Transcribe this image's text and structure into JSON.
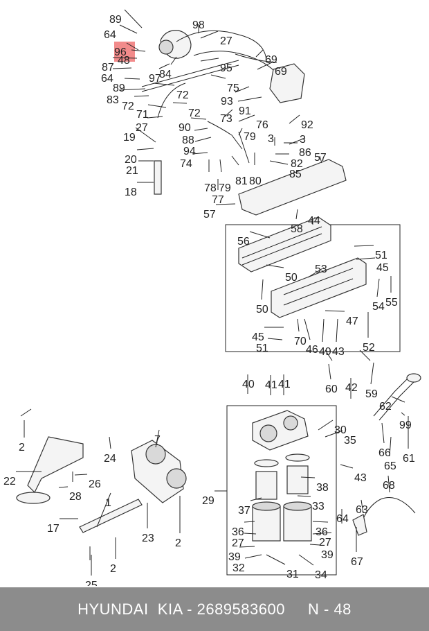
{
  "diagram": {
    "highlight_color": "#f28b8b",
    "callouts": [
      {
        "text": "89"
      },
      {
        "text": "98"
      },
      {
        "text": "64"
      },
      {
        "text": "27"
      },
      {
        "text": "96"
      },
      {
        "text": "48"
      },
      {
        "text": "87"
      },
      {
        "text": "95"
      },
      {
        "text": "69"
      },
      {
        "text": "69"
      },
      {
        "text": "64"
      },
      {
        "text": "84"
      },
      {
        "text": "97"
      },
      {
        "text": "89"
      },
      {
        "text": "75"
      },
      {
        "text": "72"
      },
      {
        "text": "83"
      },
      {
        "text": "93"
      },
      {
        "text": "72"
      },
      {
        "text": "91"
      },
      {
        "text": "72"
      },
      {
        "text": "71"
      },
      {
        "text": "73"
      },
      {
        "text": "76"
      },
      {
        "text": "92"
      },
      {
        "text": "27"
      },
      {
        "text": "90"
      },
      {
        "text": "19"
      },
      {
        "text": "88"
      },
      {
        "text": "79"
      },
      {
        "text": "3"
      },
      {
        "text": "3"
      },
      {
        "text": "94"
      },
      {
        "text": "86"
      },
      {
        "text": "20"
      },
      {
        "text": "74"
      },
      {
        "text": "82"
      },
      {
        "text": "57"
      },
      {
        "text": "21"
      },
      {
        "text": "81"
      },
      {
        "text": "80"
      },
      {
        "text": "85"
      },
      {
        "text": "78"
      },
      {
        "text": "79"
      },
      {
        "text": "18"
      },
      {
        "text": "77"
      },
      {
        "text": "57"
      },
      {
        "text": "58"
      },
      {
        "text": "44"
      },
      {
        "text": "56"
      },
      {
        "text": "51"
      },
      {
        "text": "45"
      },
      {
        "text": "53"
      },
      {
        "text": "50"
      },
      {
        "text": "54"
      },
      {
        "text": "55"
      },
      {
        "text": "50"
      },
      {
        "text": "47"
      },
      {
        "text": "45"
      },
      {
        "text": "70"
      },
      {
        "text": "46"
      },
      {
        "text": "49"
      },
      {
        "text": "43"
      },
      {
        "text": "51"
      },
      {
        "text": "52"
      },
      {
        "text": "40"
      },
      {
        "text": "41"
      },
      {
        "text": "41"
      },
      {
        "text": "60"
      },
      {
        "text": "42"
      },
      {
        "text": "59"
      },
      {
        "text": "62"
      },
      {
        "text": "7"
      },
      {
        "text": "2"
      },
      {
        "text": "30"
      },
      {
        "text": "35"
      },
      {
        "text": "99"
      },
      {
        "text": "24"
      },
      {
        "text": "66"
      },
      {
        "text": "22"
      },
      {
        "text": "26"
      },
      {
        "text": "43"
      },
      {
        "text": "65"
      },
      {
        "text": "61"
      },
      {
        "text": "28"
      },
      {
        "text": "38"
      },
      {
        "text": "68"
      },
      {
        "text": "29"
      },
      {
        "text": "1"
      },
      {
        "text": "37"
      },
      {
        "text": "33"
      },
      {
        "text": "63"
      },
      {
        "text": "17"
      },
      {
        "text": "23"
      },
      {
        "text": "64"
      },
      {
        "text": "36"
      },
      {
        "text": "36"
      },
      {
        "text": "2"
      },
      {
        "text": "27"
      },
      {
        "text": "27"
      },
      {
        "text": "67"
      },
      {
        "text": "39"
      },
      {
        "text": "39"
      },
      {
        "text": "2"
      },
      {
        "text": "32"
      },
      {
        "text": "31"
      },
      {
        "text": "34"
      },
      {
        "text": "25"
      }
    ]
  },
  "footer": {
    "text": "HYUNDAI  KIA - 2689583600     N - 48"
  }
}
